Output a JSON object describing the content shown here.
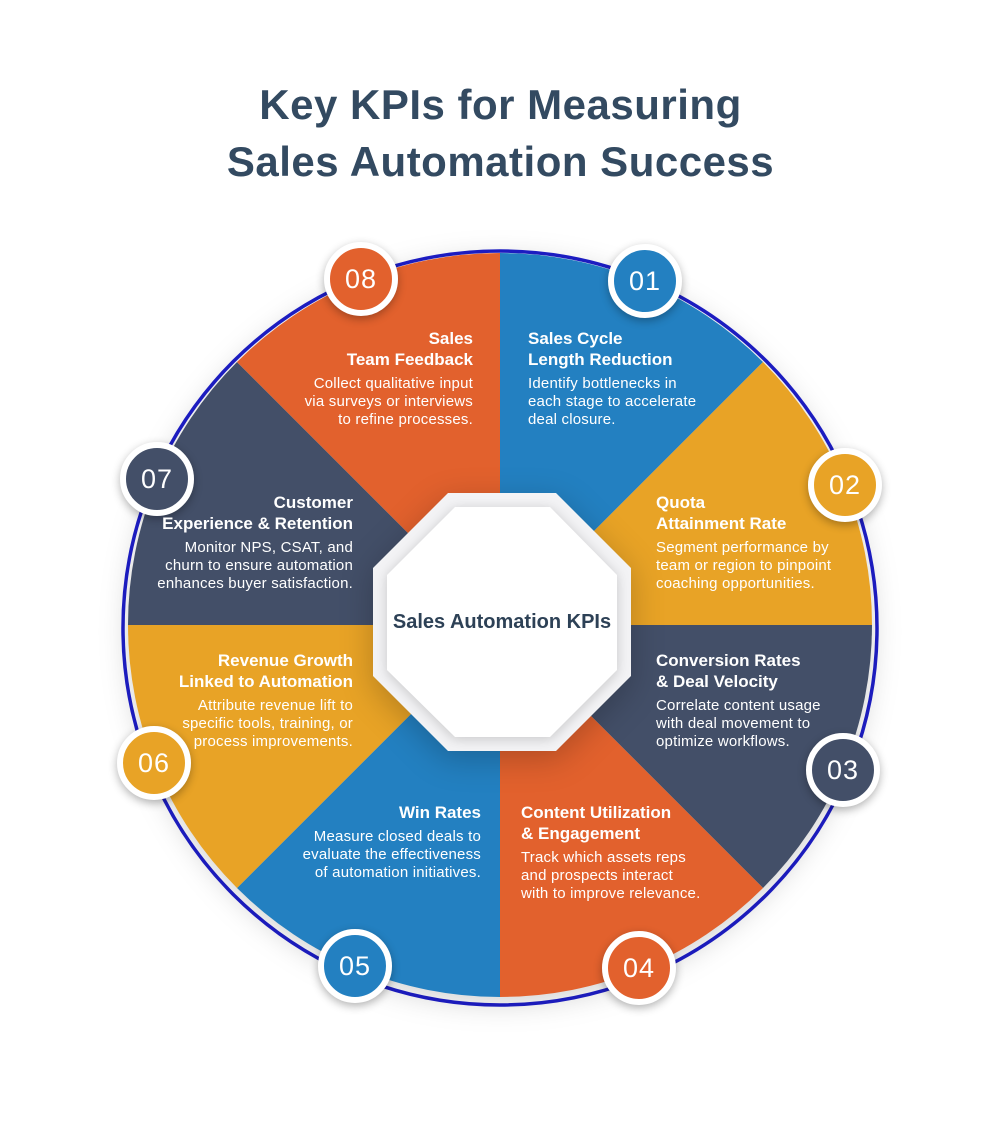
{
  "title": {
    "lines": [
      "Key KPIs for Measuring",
      "Sales Automation Success"
    ]
  },
  "center_label": "Sales Automation KPIs",
  "colors": {
    "blue": "#2380c1",
    "yellow": "#e8a326",
    "navy": "#434f68",
    "orange": "#e2612d",
    "ring": "#1e1ecb",
    "title_text": "#334a61",
    "center_text": "#2d4156",
    "segment_text": "#ffffff"
  },
  "segments": [
    {
      "number": "01",
      "color": "blue",
      "title": "Sales Cycle\nLength Reduction",
      "description": "Identify bottlenecks in\neach stage to accelerate\ndeal closure."
    },
    {
      "number": "02",
      "color": "yellow",
      "title": "Quota\nAttainment Rate",
      "description": "Segment performance by\nteam or region to pinpoint\ncoaching opportunities."
    },
    {
      "number": "03",
      "color": "navy",
      "title": "Conversion Rates\n& Deal Velocity",
      "description": "Correlate content usage\nwith deal movement to\noptimize workflows."
    },
    {
      "number": "04",
      "color": "orange",
      "title": "Content Utilization\n& Engagement",
      "description": "Track which assets reps\nand prospects interact\nwith to improve relevance."
    },
    {
      "number": "05",
      "color": "blue",
      "title": "Win Rates",
      "description": "Measure closed deals to\nevaluate the effectiveness\nof automation initiatives."
    },
    {
      "number": "06",
      "color": "yellow",
      "title": "Revenue Growth\nLinked to Automation",
      "description": "Attribute revenue lift to\nspecific tools, training, or\nprocess improvements."
    },
    {
      "number": "07",
      "color": "navy",
      "title": "Customer\nExperience & Retention",
      "description": "Monitor NPS, CSAT, and\nchurn to ensure automation\nenhances buyer satisfaction."
    },
    {
      "number": "08",
      "color": "orange",
      "title": "Sales\nTeam Feedback",
      "description": "Collect qualitative input\nvia surveys or interviews\nto refine processes."
    }
  ]
}
